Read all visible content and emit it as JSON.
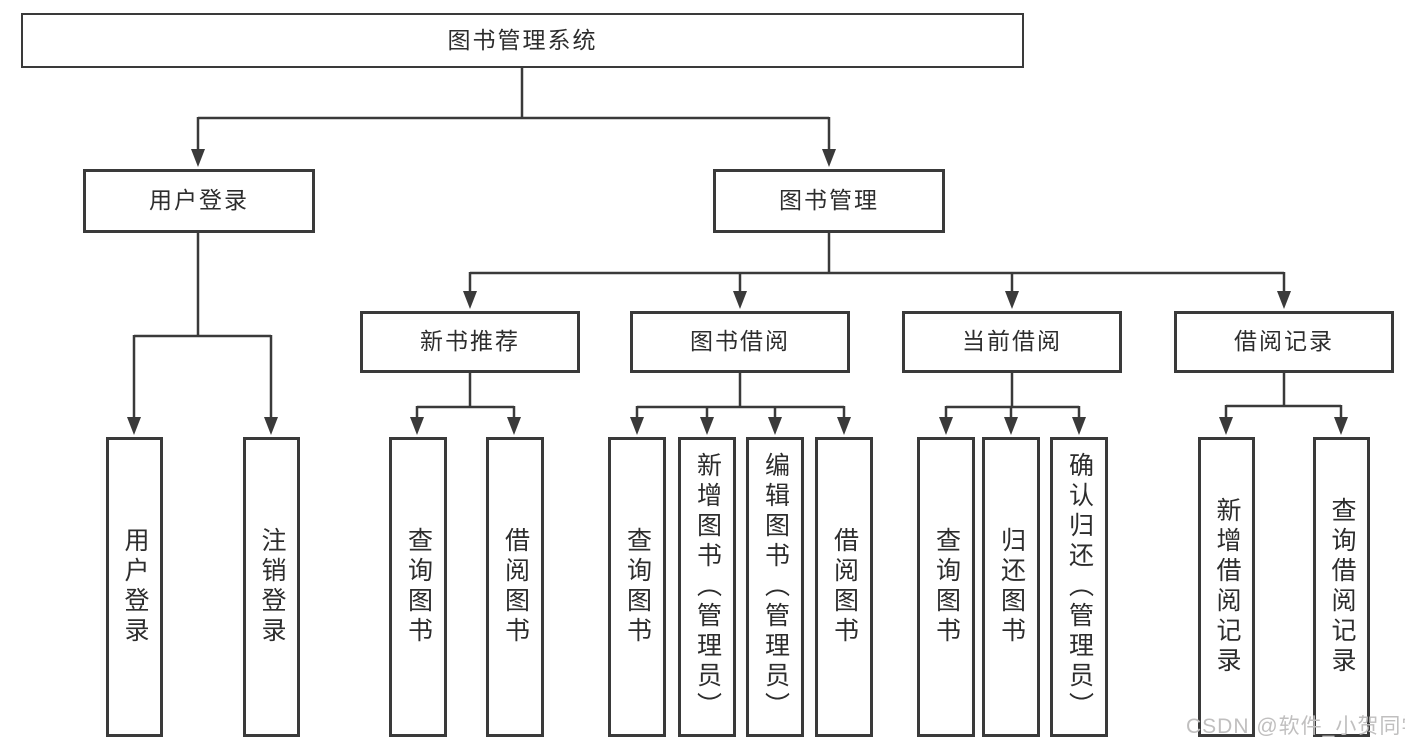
{
  "diagram": {
    "type": "hierarchy-tree",
    "tree": {
      "root": {
        "label": "图书管理系统"
      },
      "branches": [
        {
          "label": "用户登录",
          "children": [
            {
              "label": "用户登录"
            },
            {
              "label": "注销登录"
            }
          ]
        },
        {
          "label": "图书管理",
          "children": [
            {
              "label": "新书推荐",
              "children": [
                {
                  "label": "查询图书"
                },
                {
                  "label": "借阅图书"
                }
              ]
            },
            {
              "label": "图书借阅",
              "children": [
                {
                  "label": "查询图书"
                },
                {
                  "label": "新增图书（管理员）"
                },
                {
                  "label": "编辑图书（管理员）"
                },
                {
                  "label": "借阅图书"
                }
              ]
            },
            {
              "label": "当前借阅",
              "children": [
                {
                  "label": "查询图书"
                },
                {
                  "label": "归还图书"
                },
                {
                  "label": "确认归还（管理员）"
                }
              ]
            },
            {
              "label": "借阅记录",
              "children": [
                {
                  "label": "新增借阅记录"
                },
                {
                  "label": "查询借阅记录"
                }
              ]
            }
          ]
        }
      ]
    },
    "colors": {
      "line": "#3a3a3a",
      "box_border": "#3a3a3a",
      "text": "#2d2d2d",
      "background": "#ffffff",
      "watermark": "#c0bfbf"
    }
  },
  "watermark": {
    "text": "CSDN @软件_小贺同学"
  }
}
